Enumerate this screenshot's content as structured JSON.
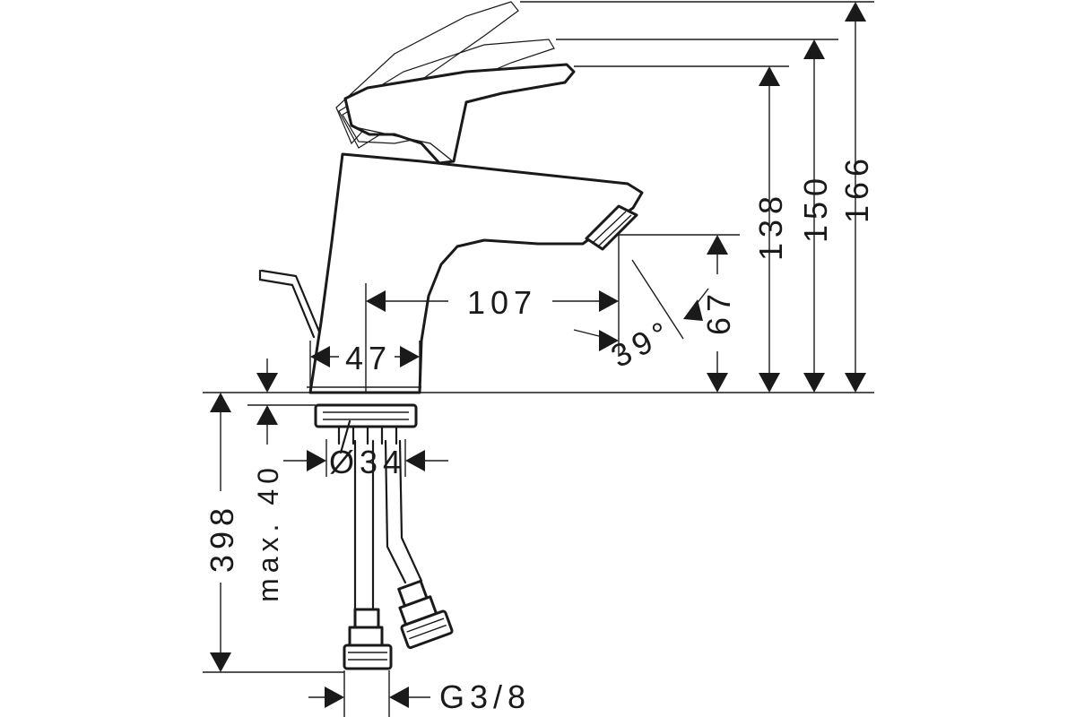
{
  "dimensions": {
    "d166": "166",
    "d150": "150",
    "d138": "138",
    "d107": "107",
    "d67": "67",
    "d39": "39°",
    "d47": "47",
    "d34": "Ø34",
    "d398": "398",
    "dmax40": "max. 40",
    "dG38": "G3/8"
  },
  "colors": {
    "line": "#1a1a1a",
    "background": "#ffffff"
  }
}
